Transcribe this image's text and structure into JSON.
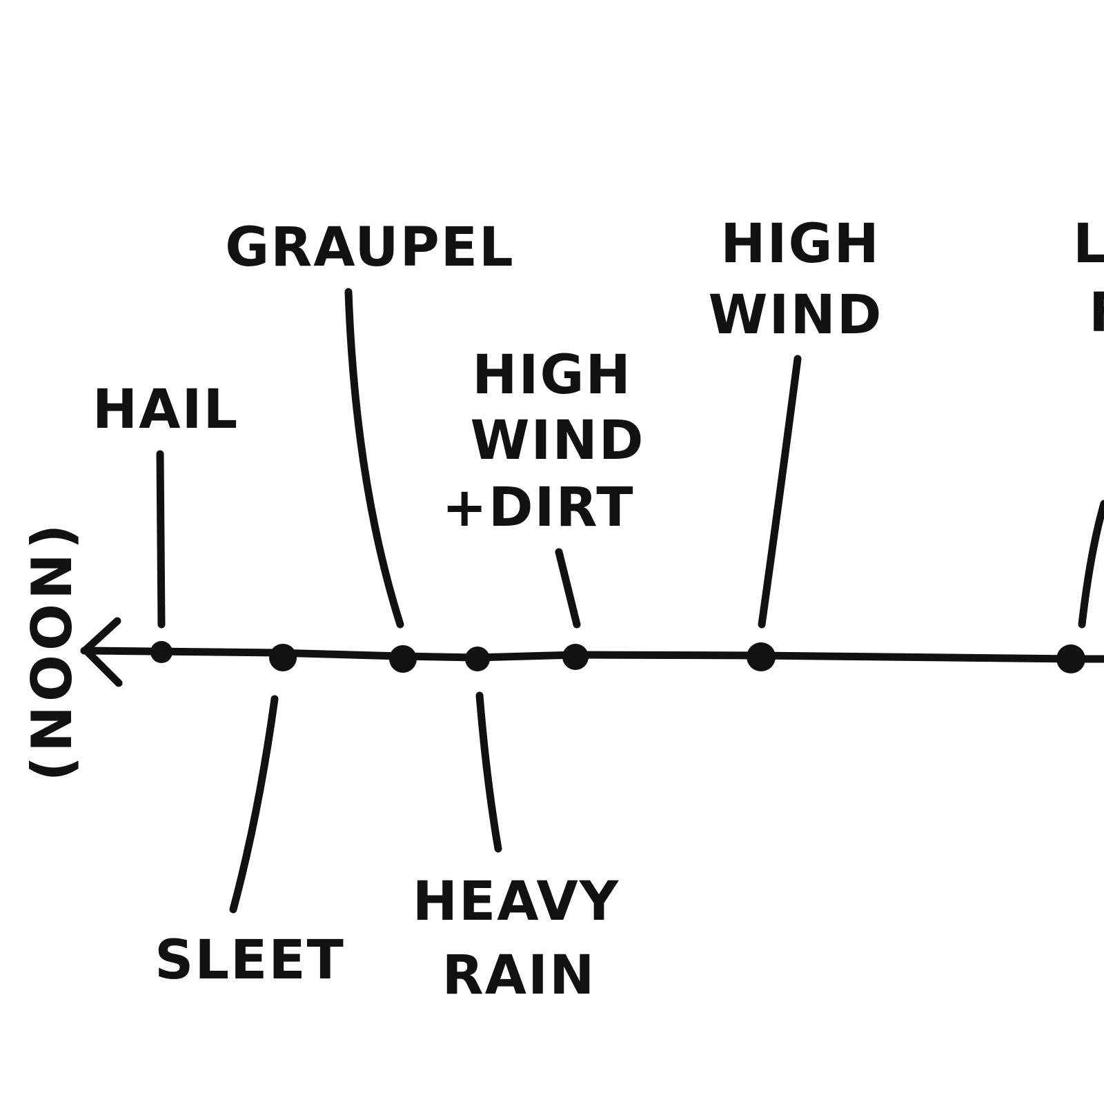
{
  "colors": {
    "ink": "#111111",
    "background": "#ffffff"
  },
  "axis": {
    "left_label": "(NOON)"
  },
  "events": [
    {
      "id": "hail",
      "label_lines": [
        "HAIL"
      ],
      "side": "above"
    },
    {
      "id": "sleet",
      "label_lines": [
        "SLEET"
      ],
      "side": "below"
    },
    {
      "id": "graupel",
      "label_lines": [
        "GRAUPEL"
      ],
      "side": "above"
    },
    {
      "id": "heavy-rain",
      "label_lines": [
        "HEAVY",
        "RAIN"
      ],
      "side": "below"
    },
    {
      "id": "high-wind-dirt",
      "label_lines": [
        "HIGH",
        "WIND",
        "+DIRT"
      ],
      "side": "above"
    },
    {
      "id": "high-wind",
      "label_lines": [
        "HIGH",
        "WIND"
      ],
      "side": "above"
    },
    {
      "id": "cut-off",
      "label_lines": [
        "L",
        "F"
      ],
      "side": "above"
    }
  ]
}
